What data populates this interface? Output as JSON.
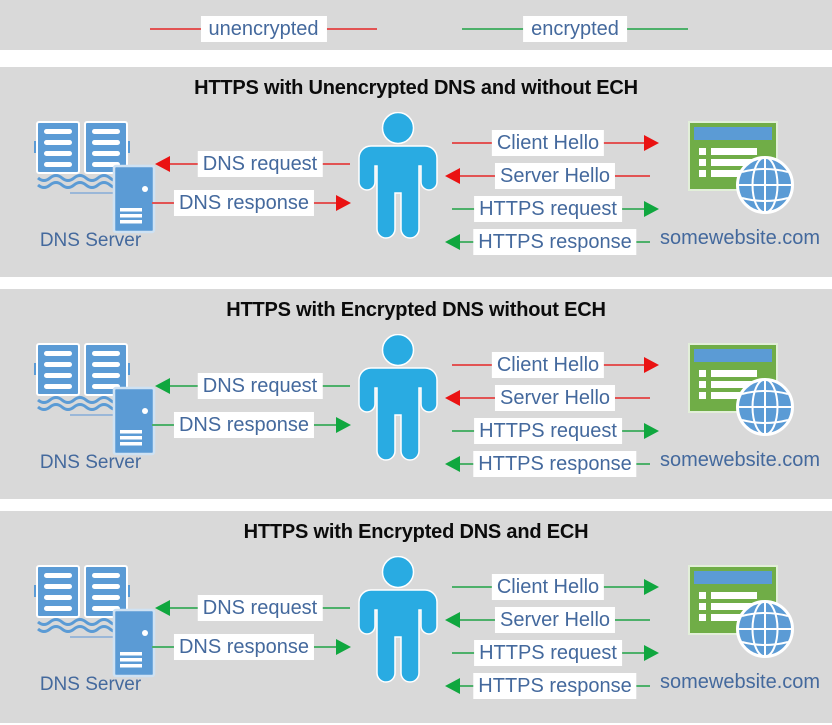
{
  "legend": {
    "items": [
      {
        "label": "unencrypted",
        "status": "unencrypted"
      },
      {
        "label": "encrypted",
        "status": "encrypted"
      }
    ]
  },
  "colors": {
    "unencrypted_line": "#e25353",
    "unencrypted_arrowhead": "#ea1212",
    "encrypted_line": "#4db06a",
    "encrypted_arrowhead": "#10a73f",
    "person_icon": "#29abe2",
    "dns_icon_blue": "#5b9bd5",
    "website_window_green": "#70ad47",
    "website_titlebar_blue": "#5b9bd5",
    "label_text_blue": "#44699d",
    "panel_background": "#d9d9d9"
  },
  "panels": [
    {
      "title": "HTTPS with Unencrypted DNS and without ECH",
      "dns_server_label": "DNS Server",
      "website_label": "somewebsite.com",
      "arrows": [
        {
          "name": "dns-request",
          "label": "DNS request",
          "direction": "left",
          "status": "unencrypted"
        },
        {
          "name": "dns-response",
          "label": "DNS response",
          "direction": "right",
          "status": "unencrypted"
        },
        {
          "name": "client-hello",
          "label": "Client Hello",
          "direction": "right",
          "status": "unencrypted"
        },
        {
          "name": "server-hello",
          "label": "Server Hello",
          "direction": "left",
          "status": "unencrypted"
        },
        {
          "name": "https-request",
          "label": "HTTPS request",
          "direction": "right",
          "status": "encrypted"
        },
        {
          "name": "https-response",
          "label": "HTTPS response",
          "direction": "left",
          "status": "encrypted"
        }
      ]
    },
    {
      "title": "HTTPS with Encrypted DNS without ECH",
      "dns_server_label": "DNS Server",
      "website_label": "somewebsite.com",
      "arrows": [
        {
          "name": "dns-request",
          "label": "DNS request",
          "direction": "left",
          "status": "encrypted"
        },
        {
          "name": "dns-response",
          "label": "DNS response",
          "direction": "right",
          "status": "encrypted"
        },
        {
          "name": "client-hello",
          "label": "Client Hello",
          "direction": "right",
          "status": "unencrypted"
        },
        {
          "name": "server-hello",
          "label": "Server Hello",
          "direction": "left",
          "status": "unencrypted"
        },
        {
          "name": "https-request",
          "label": "HTTPS request",
          "direction": "right",
          "status": "encrypted"
        },
        {
          "name": "https-response",
          "label": "HTTPS response",
          "direction": "left",
          "status": "encrypted"
        }
      ]
    },
    {
      "title": "HTTPS with Encrypted DNS and ECH",
      "dns_server_label": "DNS Server",
      "website_label": "somewebsite.com",
      "arrows": [
        {
          "name": "dns-request",
          "label": "DNS request",
          "direction": "left",
          "status": "encrypted"
        },
        {
          "name": "dns-response",
          "label": "DNS response",
          "direction": "right",
          "status": "encrypted"
        },
        {
          "name": "client-hello",
          "label": "Client Hello",
          "direction": "right",
          "status": "encrypted"
        },
        {
          "name": "server-hello",
          "label": "Server Hello",
          "direction": "left",
          "status": "encrypted"
        },
        {
          "name": "https-request",
          "label": "HTTPS request",
          "direction": "right",
          "status": "encrypted"
        },
        {
          "name": "https-response",
          "label": "HTTPS response",
          "direction": "left",
          "status": "encrypted"
        }
      ]
    }
  ]
}
